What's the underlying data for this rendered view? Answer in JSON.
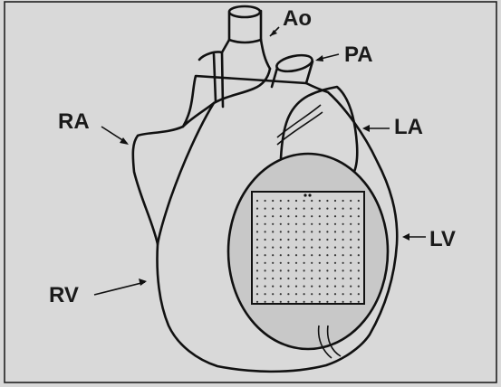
{
  "labels": {
    "ao": "Ao",
    "pa": "PA",
    "ra": "RA",
    "la": "LA",
    "lv": "LV",
    "rv": "RV"
  },
  "colors": {
    "background": "#d9d9d9",
    "outline": "#111111",
    "patch_fill": "#c8c8c8",
    "grid_fill": "#d4d4d4"
  },
  "electrode_grid": {
    "rows": 14,
    "cols": 14
  }
}
